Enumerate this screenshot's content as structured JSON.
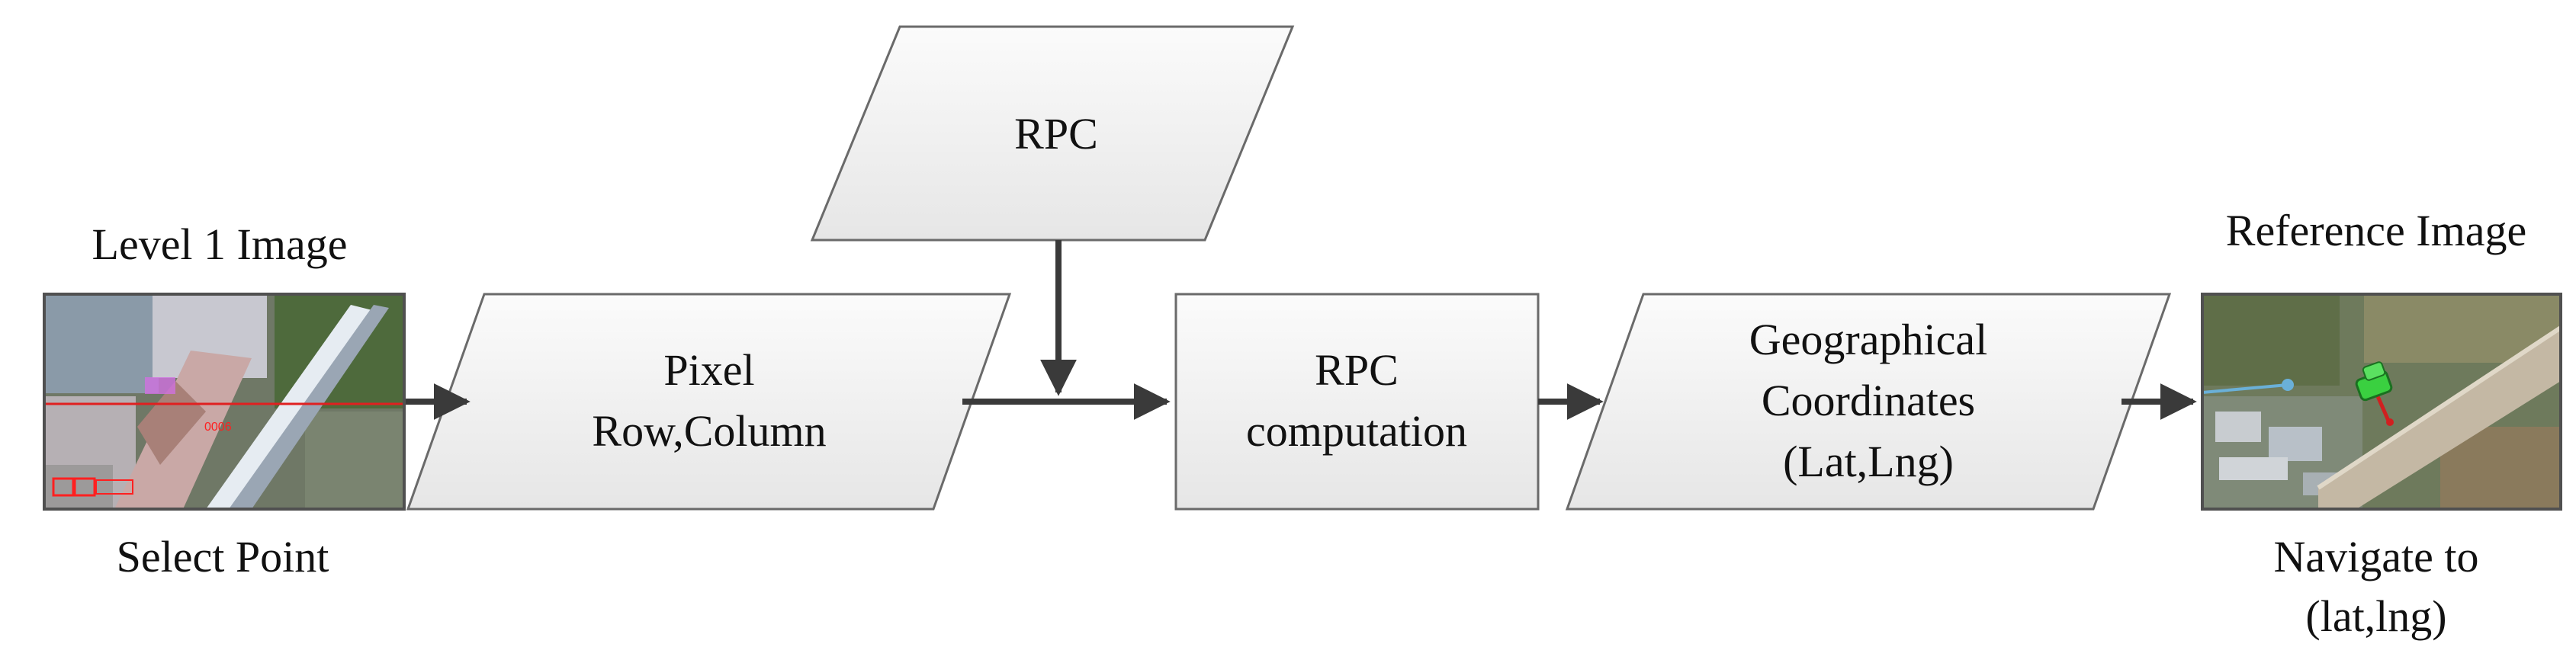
{
  "colors": {
    "shape_fill_light": "#fbfbfb",
    "shape_fill_dark": "#e6e6e6",
    "shape_stroke": "#6a6a6a",
    "arrow": "#3a3a3a",
    "text": "#111111"
  },
  "left_image": {
    "title": "Level 1 Image",
    "caption": "Select Point",
    "overlay_label": "0006"
  },
  "pixel_box": {
    "line1": "Pixel",
    "line2": "Row,Column"
  },
  "rpc_box": {
    "label": "RPC"
  },
  "computation_box": {
    "line1": "RPC",
    "line2": "computation"
  },
  "geo_box": {
    "line1": "Geographical",
    "line2": "Coordinates",
    "line3": "(Lat,Lng)"
  },
  "right_image": {
    "title": "Reference Image",
    "caption_line1": "Navigate to",
    "caption_line2": "(lat,lng)"
  }
}
